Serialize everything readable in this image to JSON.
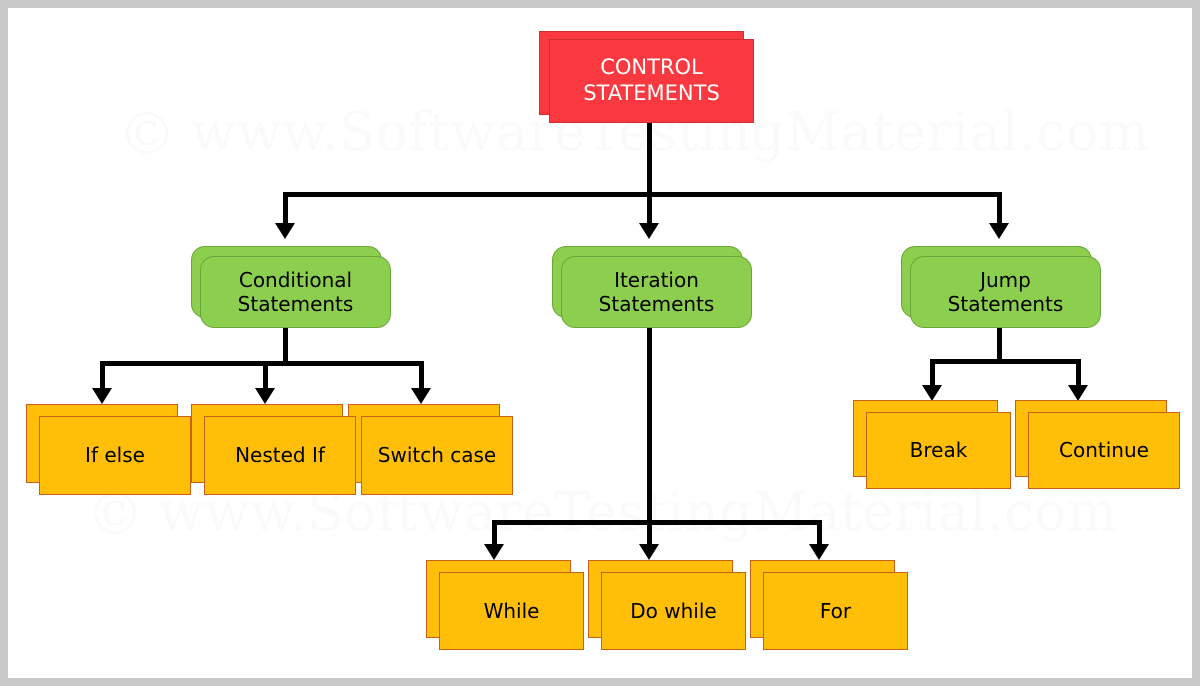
{
  "diagram": {
    "title": "Control Statements",
    "watermark_top": "www.SoftwareTestingMaterial.com",
    "watermark_bottom": "www.SoftwareTestingMaterial.com",
    "watermark_symbol": "©",
    "colors": {
      "root": "#f9393f",
      "root_border": "#d32b30",
      "root_text": "#ffffff",
      "level2": "#8ccf4e",
      "level2_border": "#6aa537",
      "leaf": "#ffbe08",
      "leaf_border": "#c8601c",
      "connector": "#000000",
      "canvas": "#ffffff",
      "frame": "#c9c9c9"
    },
    "root": {
      "label_line1": "CONTROL",
      "label_line2": "STATEMENTS"
    },
    "branches": [
      {
        "label_line1": "Conditional",
        "label_line2": "Statements",
        "children": [
          "If else",
          "Nested If",
          "Switch case"
        ]
      },
      {
        "label_line1": "Iteration",
        "label_line2": "Statements",
        "children": [
          "While",
          "Do while",
          "For"
        ]
      },
      {
        "label_line1": "Jump",
        "label_line2": "Statements",
        "children": [
          "Break",
          "Continue"
        ]
      }
    ]
  }
}
